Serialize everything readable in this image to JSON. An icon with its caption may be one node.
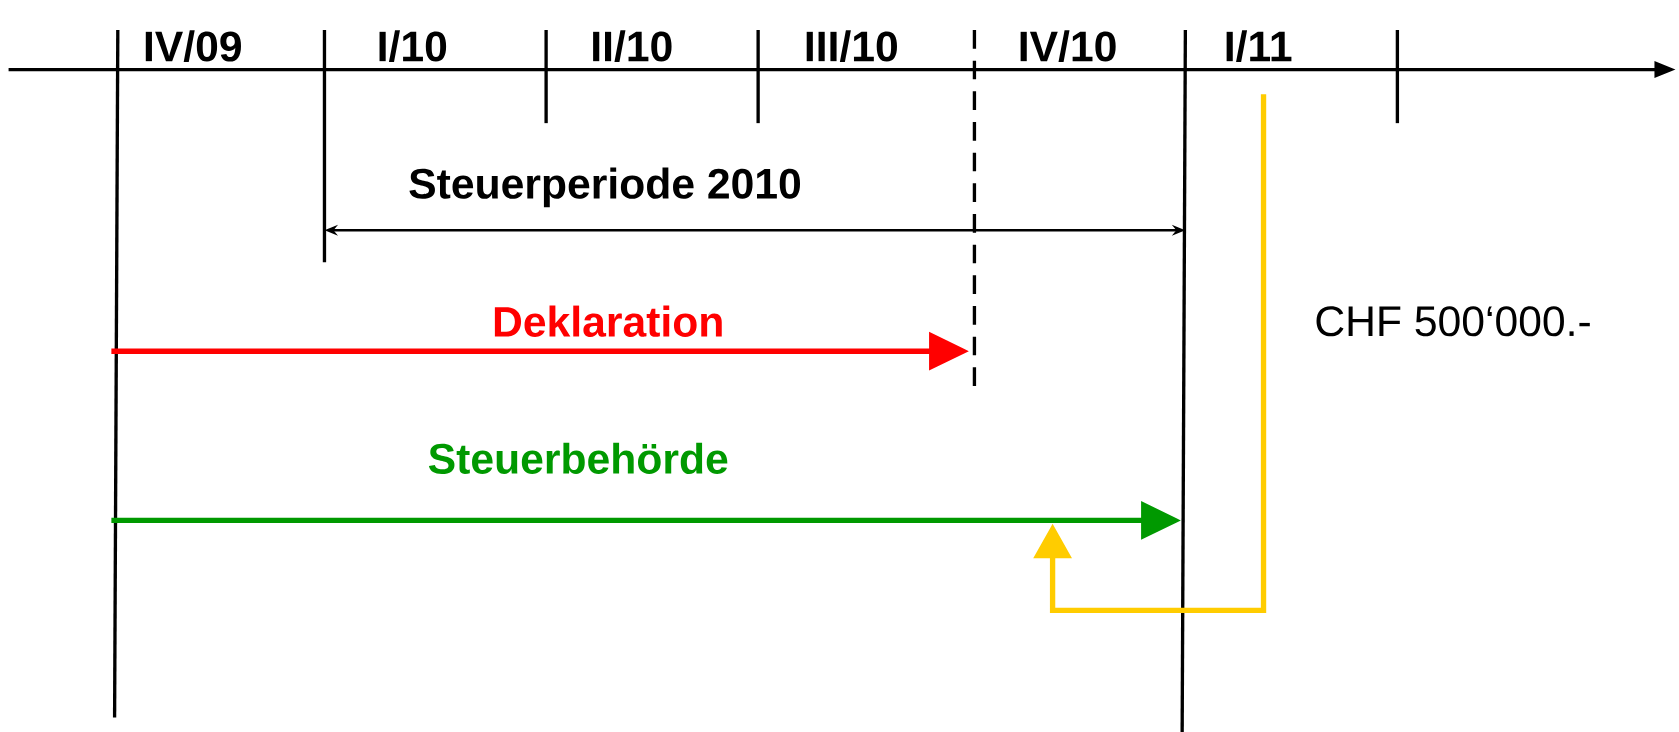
{
  "diagram": {
    "labels": [
      "IV/09",
      "I/10",
      "II/10",
      "III/10",
      "IV/10",
      "I/11",
      "Steuerperiode 2010",
      "Deklaration",
      "CHF 500‘000.-",
      "Steuerbehörde"
    ]
  }
}
